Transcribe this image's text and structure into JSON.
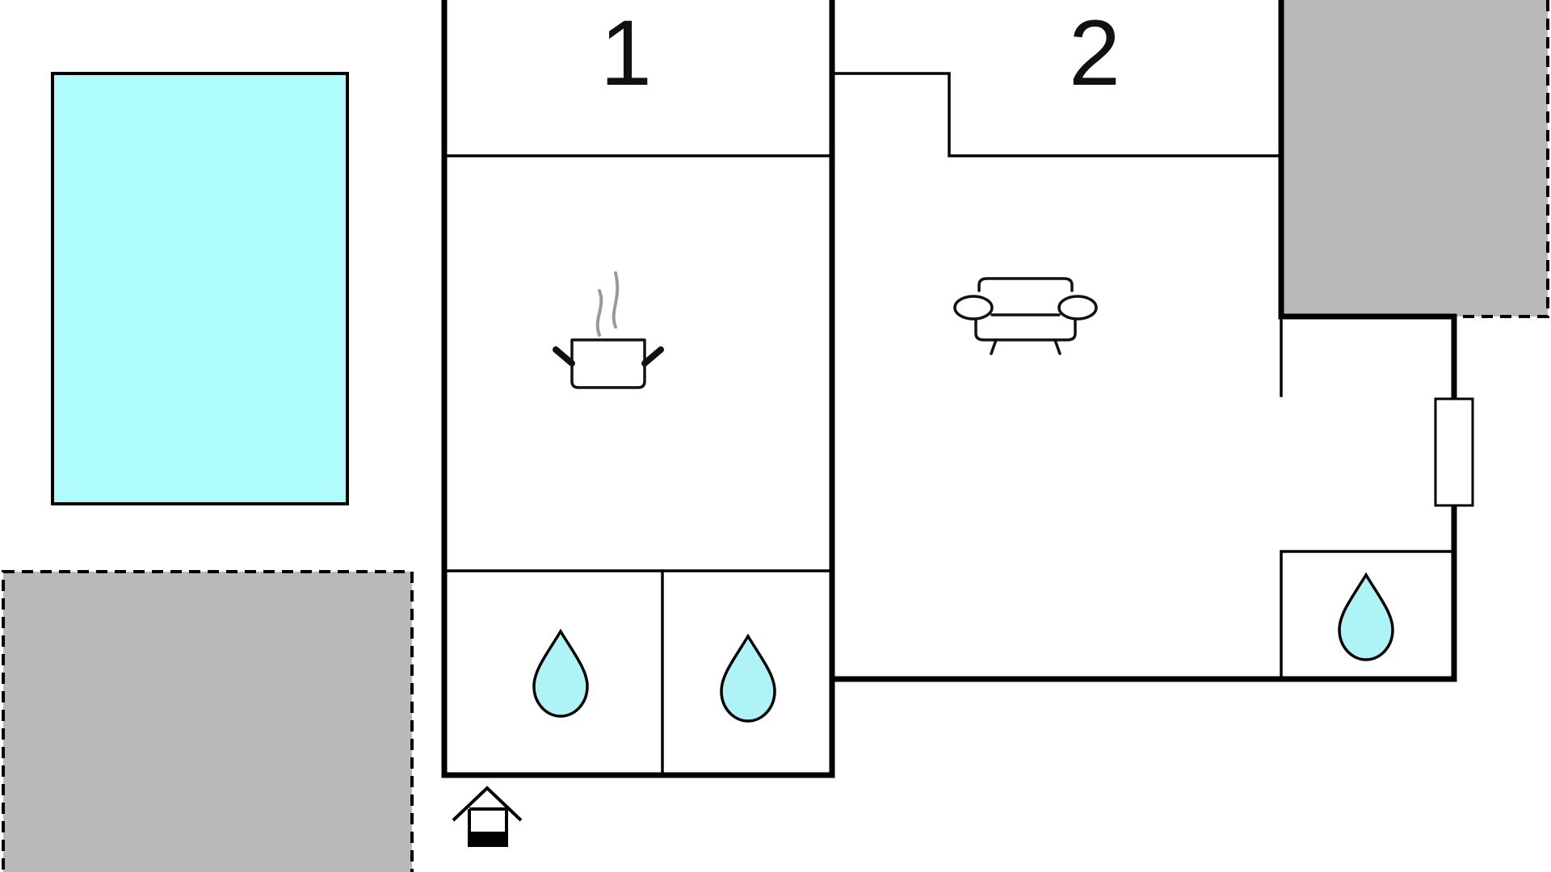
{
  "rooms": [
    {
      "label": "1"
    },
    {
      "label": "2"
    }
  ],
  "icons": {
    "pool": "swimming-pool",
    "terrace_left": "terrace-area",
    "terrace_right": "terrace-area",
    "kitchen": "cooking-pot-icon",
    "living": "sofa-icon",
    "bathrooms": [
      "water-drop-icon",
      "water-drop-icon",
      "water-drop-icon"
    ],
    "entrance": "entrance-house-icon",
    "door": "door-icon"
  },
  "colors": {
    "pool": "#aefcfc",
    "terrace": "#b9b9bb",
    "walls": "#000000",
    "drop_fill": "#aef3f6",
    "steam": "#999999"
  }
}
